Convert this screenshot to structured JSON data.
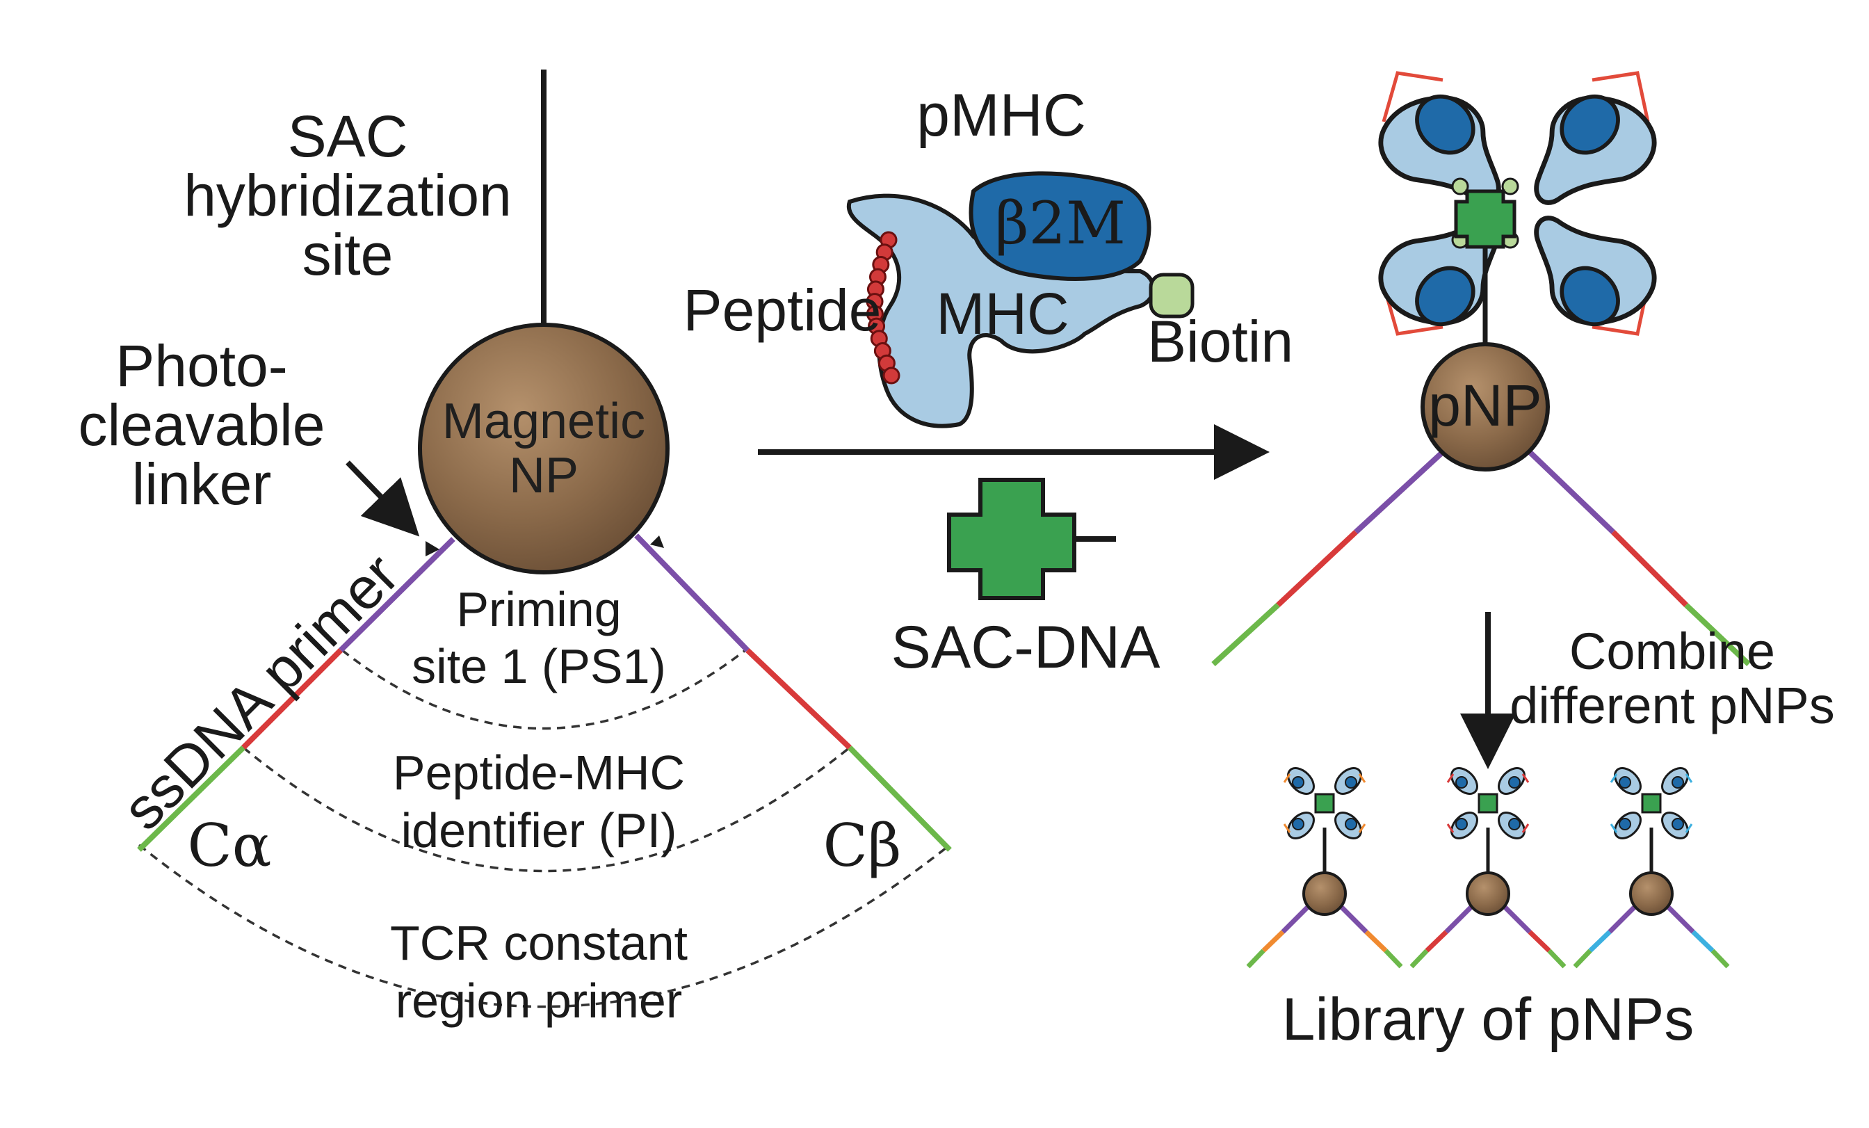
{
  "labels": {
    "sac_site": [
      "SAC",
      "hybridization",
      "site"
    ],
    "photo_linker": [
      "Photo-",
      "cleavable",
      "linker"
    ],
    "magnetic_np": [
      "Magnetic",
      "NP"
    ],
    "ssdna_primer": "ssDNA primer",
    "priming_site": [
      "Priming",
      "site 1 (PS1)"
    ],
    "peptide_mhc_id": [
      "Peptide-MHC",
      "identifier (PI)"
    ],
    "tcr_primer": [
      "TCR constant",
      "region primer"
    ],
    "c_alpha": "Cα",
    "c_beta": "Cβ",
    "pmhc_title": "pMHC",
    "b2m": "β2M",
    "mhc": "MHC",
    "peptide": "Peptide",
    "biotin": "Biotin",
    "sac_dna": "SAC-DNA",
    "pnp": "pNP",
    "combine": [
      "Combine",
      "different pNPs"
    ],
    "library": "Library of pNPs"
  },
  "colors": {
    "np_brown": "#8b6a4a",
    "mhc_light": "#a9cbe3",
    "b2m_dark": "#1f6aa8",
    "peptide_red": "#d23a3a",
    "biotin_green": "#b9d99a",
    "sac_green": "#3aa150",
    "dna_purple": "#7b4fa8",
    "dna_red": "#d83a3a",
    "dna_green": "#6cb84a",
    "dna_orange": "#f08a30",
    "dna_cyan": "#3cb0e0"
  }
}
